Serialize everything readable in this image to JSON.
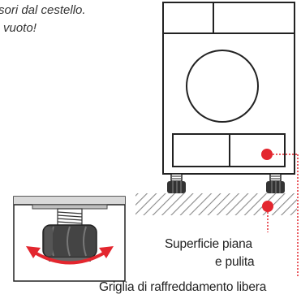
{
  "instructions": {
    "line1": "sori dal cestello.",
    "line2": "vuoto!"
  },
  "labels": {
    "surface_line1": "Superficie piana",
    "surface_line2": "e pulita",
    "grille": "Griglia di raffreddamento libera"
  },
  "colors": {
    "outline": "#222222",
    "accent": "#e3262e",
    "floor_hatch": "#888888"
  }
}
